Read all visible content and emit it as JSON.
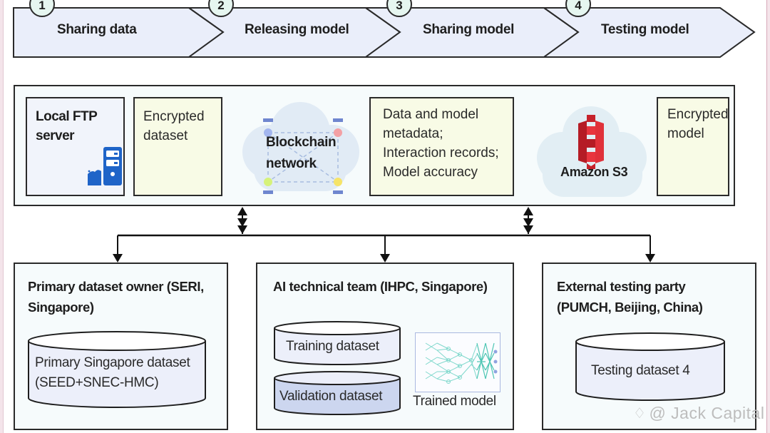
{
  "steps": [
    {
      "number": "1",
      "label": "Sharing data"
    },
    {
      "number": "2",
      "label": "Releasing model"
    },
    {
      "number": "3",
      "label": "Sharing model"
    },
    {
      "number": "4",
      "label": "Testing model"
    }
  ],
  "infrastructure": {
    "ftp_server": {
      "label_line1": "Local FTP",
      "label_line2": "server",
      "icon": "server-icon"
    },
    "encrypted_dataset": {
      "line1": "Encrypted",
      "line2": "dataset"
    },
    "blockchain": {
      "line1": "Blockchain",
      "line2": "network",
      "icon": "blockchain-network-icon"
    },
    "metadata": {
      "line1": "Data and model",
      "line2": "metadata;",
      "line3": "Interaction records;",
      "line4": "Model accuracy"
    },
    "amazon_s3": {
      "label": "Amazon S3",
      "icon": "amazon-s3-icon"
    },
    "encrypted_model": {
      "line1": "Encrypted",
      "line2": "model"
    }
  },
  "parties": [
    {
      "title_line1": "Primary dataset owner (SERI,",
      "title_line2": "Singapore)",
      "dataset_line1": "Primary Singapore dataset",
      "dataset_line2": "(SEED+SNEC-HMC)"
    },
    {
      "title_line1": "AI technical team (IHPC, Singapore)",
      "training_dataset": "Training dataset",
      "validation_dataset": "Validation dataset",
      "trained_model": "Trained model"
    },
    {
      "title_line1": "External testing party",
      "title_line2": "(PUMCH, Beijing, China)",
      "dataset_line1": "Testing dataset 4"
    }
  ],
  "colors": {
    "chevron_fill": "#eaeefa",
    "badge_fill": "#e6f6f0",
    "encrypted_fill": "#f8fbe6",
    "ftp_fill": "#f1f4fb",
    "server_blue": "#1f64c8",
    "s3_red": "#d9252f",
    "db_fill": "#eceffa",
    "validation_fill": "#ccd6ef"
  },
  "watermark": {
    "text": "@ Jack Capital"
  }
}
